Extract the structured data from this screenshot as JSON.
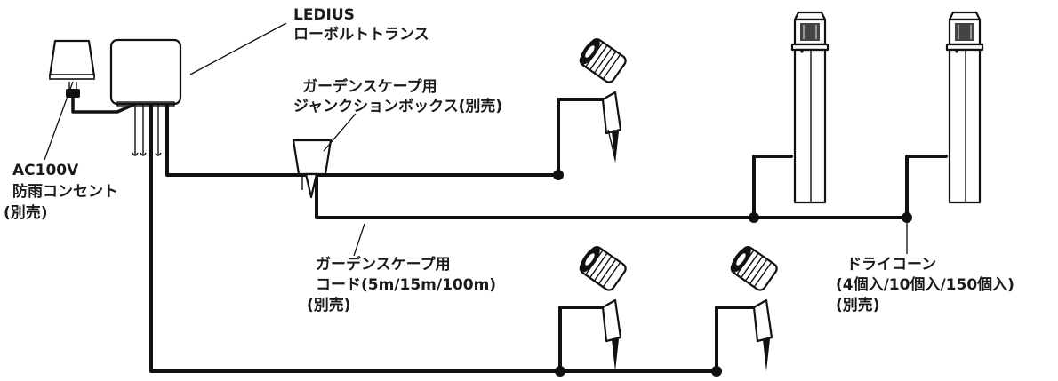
{
  "labels": {
    "transformer_line1": "LEDIUS",
    "transformer_line2": "ローボルトトランス",
    "junction_line1": "ガーデンスケープ用",
    "junction_line2": "ジャンクションボックス(別売)",
    "outlet_line1": "AC100V",
    "outlet_line2": "防雨コンセント",
    "outlet_line3": "(別売)",
    "cord_line1": "ガーデンスケープ用",
    "cord_line2": "コード(5m/15m/100m)",
    "cord_line3": "(別売)",
    "cone_line1": "ドライコーン",
    "cone_line2": "(4個入/10個入/150個入)",
    "cone_line3": "(別売)"
  }
}
